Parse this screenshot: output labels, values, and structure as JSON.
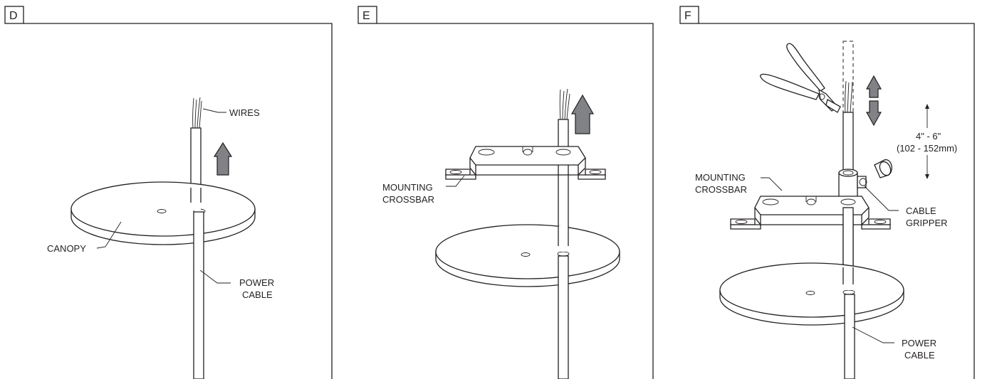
{
  "panels": [
    {
      "step": "D",
      "labels": {
        "wires": "WIRES",
        "canopy": "CANOPY",
        "power_cable_1": "POWER",
        "power_cable_2": "CABLE"
      }
    },
    {
      "step": "E",
      "labels": {
        "crossbar_1": "MOUNTING",
        "crossbar_2": "CROSSBAR"
      }
    },
    {
      "step": "F",
      "labels": {
        "crossbar_1": "MOUNTING",
        "crossbar_2": "CROSSBAR",
        "gripper_1": "CABLE",
        "gripper_2": "GRIPPER",
        "power_cable_1": "POWER",
        "power_cable_2": "CABLE",
        "dimension_1": "4\" - 6\"",
        "dimension_2": "(102 - 152mm)"
      }
    }
  ],
  "colors": {
    "line": "#231f20",
    "arrow_fill": "#808285",
    "background": "#ffffff"
  }
}
